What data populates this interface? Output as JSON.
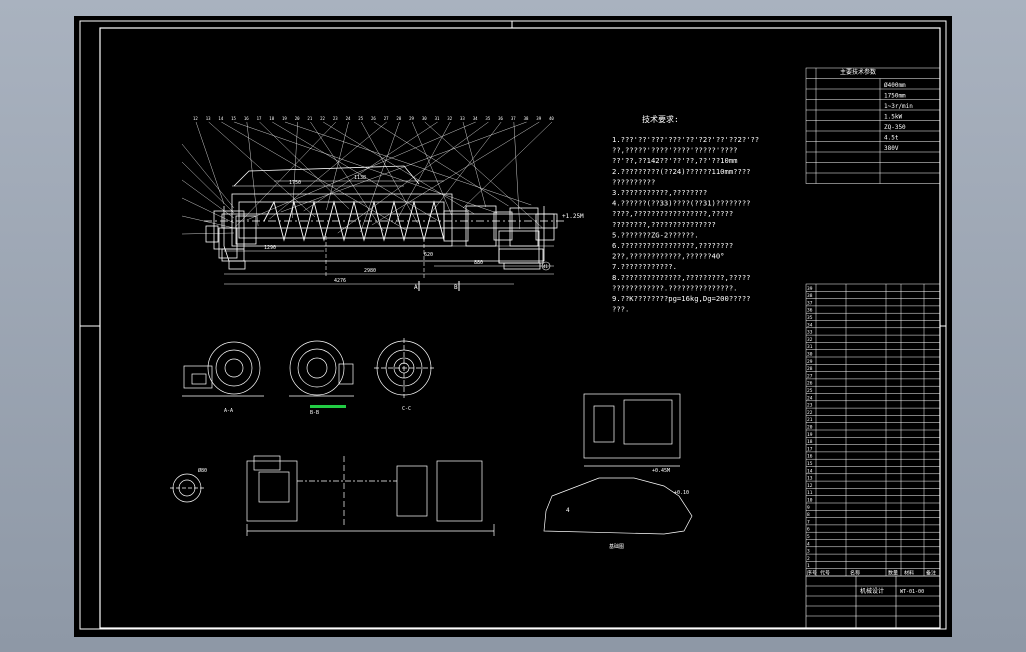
{
  "colors": {
    "background_outer": "#9aa3b0",
    "canvas": "#000000",
    "line": "#ffffff",
    "accent_green": "#22cc44"
  },
  "notes": {
    "heading": "技术要求:",
    "lines": [
      "1.???'??'???'???'??'?2?'??'??2?'??",
      "  ??,?????'????'????'?????'????",
      "  ??'??,??142??'??'??,??'??10mm",
      "2.?????????(??24)??????110mm????",
      "  ??????????",
      "3.???????????,????????",
      "4.??????(??33)????(??31)????????",
      "  ????,?????????????????,?????",
      "  ????????,???????????????",
      "5.???????ZG-2??????.",
      "6.?????????????????,????????",
      "  2??,????????????,??????40°",
      "7.????????????.",
      "8.??????????????,?????????,?????",
      "  ????????????.???????????????.",
      "9.??K????????pg=16kg,Dg=200?????",
      "  ???."
    ]
  },
  "main_drawing": {
    "balloons": [
      "12",
      "13",
      "14",
      "15",
      "16",
      "17",
      "18",
      "19",
      "20",
      "21",
      "22",
      "23",
      "24",
      "25",
      "26",
      "27",
      "28",
      "29",
      "30",
      "31",
      "32",
      "33",
      "34",
      "35",
      "36",
      "37",
      "38",
      "39",
      "40"
    ],
    "dimensions": [
      "1750",
      "1138",
      "2980",
      "1290",
      "880",
      "4276",
      "620"
    ],
    "section_labels": [
      "A",
      "B"
    ],
    "side_values": [
      "+1.25M",
      "41"
    ]
  },
  "detail_labels": {
    "view_a": "A-A",
    "view_b": "B-B",
    "view_c": "C-C",
    "pipe": "Ø80",
    "elevation_top": "+0.45M",
    "elevation_mid": "+0.10",
    "foundation": "基础图",
    "spot_mark": "4"
  },
  "tech_table": {
    "title": "主要技术参数",
    "values": [
      "Ø400mm",
      "1750mm",
      "1~3r/min",
      "1.5kW",
      "ZQ-350",
      "4.5t",
      "380V"
    ]
  },
  "parts_list": {
    "header": [
      "序号",
      "代号",
      "名称",
      "数量",
      "材料",
      "备注"
    ],
    "rows": 40
  },
  "title_block": {
    "company": "机械设计",
    "drawing_no": "WT-01-00"
  }
}
